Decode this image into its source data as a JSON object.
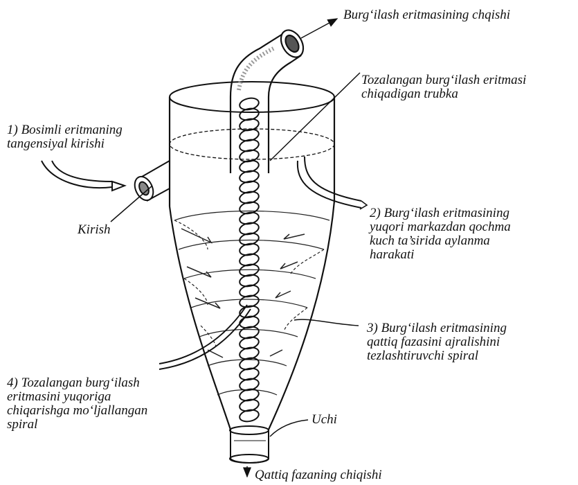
{
  "labels": {
    "top_outlet": [
      "Burg‘ilash eritmasining chqishi"
    ],
    "cleaned_tube": [
      "Tozalangan burg‘ilash eritmasi",
      "chiqadigan trubka"
    ],
    "pressurized_inlet": [
      "1) Bosimli eritmaning",
      "tangensiyal kirishi"
    ],
    "inlet": [
      "Kirish"
    ],
    "rotation": [
      "2) Burg‘ilash eritmasining",
      "yuqori markazdan qochma",
      "kuch ta’sirida aylanma",
      "harakati"
    ],
    "solid_spiral": [
      "3) Burg‘ilash eritmasining",
      "qattiq fazasini ajralishini",
      "tezlashtiruvchi spiral"
    ],
    "upward_spiral": [
      "4) Tozalangan burg‘ilash",
      "eritmasini yuqoriga",
      "chiqarishga mo‘ljallangan",
      "spiral"
    ],
    "tip": [
      "Uchi"
    ],
    "solid_outlet": [
      "Qattiq fazaning chiqishi"
    ]
  },
  "colors": {
    "ink": "#111111",
    "paper": "#ffffff",
    "shade": "#c8c8c8"
  }
}
